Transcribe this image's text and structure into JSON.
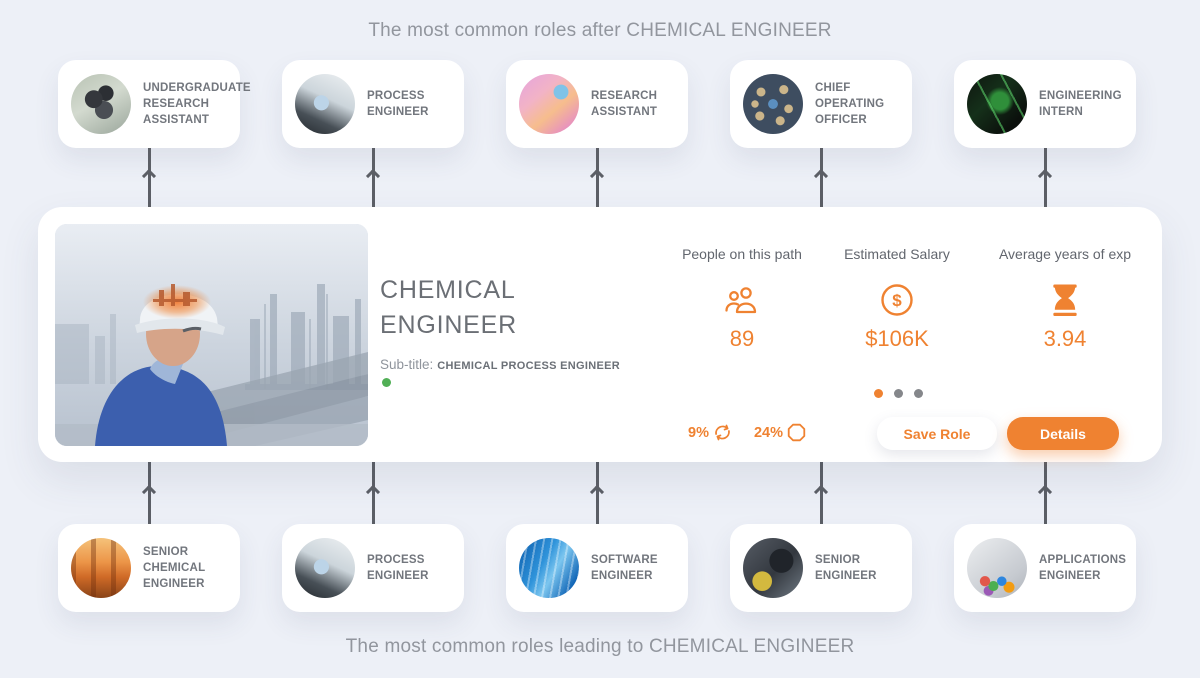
{
  "page": {
    "top_caption": "The most common roles after CHEMICAL ENGINEER",
    "bottom_caption": "The most common roles leading to CHEMICAL ENGINEER"
  },
  "colors": {
    "accent_orange": "#ef8231",
    "background": "#edf0f7",
    "card_white": "#ffffff",
    "caption_gray": "#92969e",
    "arrow_gray": "#5c5f66",
    "status_green": "#51af56"
  },
  "roles_after": [
    {
      "label": "UNDERGRADUATE RESEARCH ASSISTANT",
      "photo": "microscope-lab"
    },
    {
      "label": "PROCESS ENGINEER",
      "photo": "tablet-engineer"
    },
    {
      "label": "RESEARCH ASSISTANT",
      "photo": "pink-lab"
    },
    {
      "label": "CHIEF OPERATING OFFICER",
      "photo": "network-team"
    },
    {
      "label": "ENGINEERING INTERN",
      "photo": "green-laser"
    }
  ],
  "roles_leading": [
    {
      "label": "SENIOR CHEMICAL ENGINEER",
      "photo": "refinery-sunset"
    },
    {
      "label": "PROCESS ENGINEER",
      "photo": "tablet-engineer"
    },
    {
      "label": "SOFTWARE ENGINEER",
      "photo": "blue-code"
    },
    {
      "label": "SENIOR ENGINEER",
      "photo": "hardware-repair"
    },
    {
      "label": "APPLICATIONS ENGINEER",
      "photo": "app-icons"
    }
  ],
  "focus_card": {
    "title_line1": "CHEMICAL",
    "title_line2": "ENGINEER",
    "subtitle_label": "Sub-title:",
    "subtitle_value": "CHEMICAL PROCESS ENGINEER",
    "stats": [
      {
        "label": "People on this path",
        "value": "89",
        "icon": "people-icon"
      },
      {
        "label": "Estimated Salary",
        "value": "$106K",
        "icon": "dollar-circle-icon"
      },
      {
        "label": "Average years of exp",
        "value": "3.94",
        "icon": "hourglass-icon"
      }
    ],
    "metrics": [
      {
        "value": "9%",
        "icon": "sync-icon"
      },
      {
        "value": "24%",
        "icon": "octagon-icon"
      }
    ],
    "carousel": {
      "dots": 3,
      "active_index": 0
    },
    "buttons": {
      "save_label": "Save Role",
      "details_label": "Details"
    }
  }
}
